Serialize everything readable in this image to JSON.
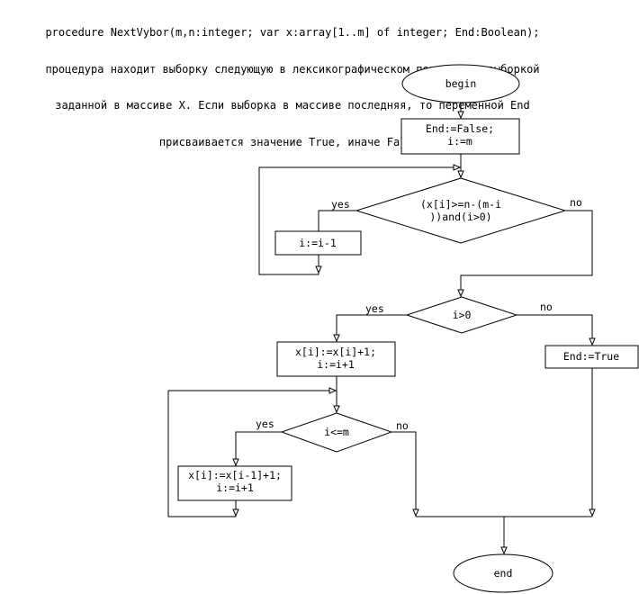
{
  "header": {
    "line1": "procedure NextVybor(m,n:integer; var x:array[1..m] of integer; End:Boolean);",
    "line2": "процедура находит выборку следующую в лексикографическом порядке за выборкой",
    "line3": "заданной в массиве X. Если выборка в массиве последняя, то переменной End",
    "line4": "присваивается значение True, иначе False."
  },
  "nodes": {
    "begin": "begin",
    "init_line1": "End:=False;",
    "init_line2": "i:=m",
    "cond1_line1": "(x[i]>=n-(m-i",
    "cond1_line2": "))and(i>0)",
    "dec_i": "i:=i-1",
    "cond2": "i>0",
    "inc_line1": "x[i]:=x[i]+1;",
    "inc_line2": "i:=i+1",
    "end_true": "End:=True",
    "cond3": "i<=m",
    "fill_line1": "x[i]:=x[i-1]+1;",
    "fill_line2": "i:=i+1",
    "end": "end"
  },
  "labels": {
    "cond1_yes": "yes",
    "cond1_no": "no",
    "cond2_yes": "yes",
    "cond2_no": "no",
    "cond3_yes": "yes",
    "cond3_no": "no"
  }
}
